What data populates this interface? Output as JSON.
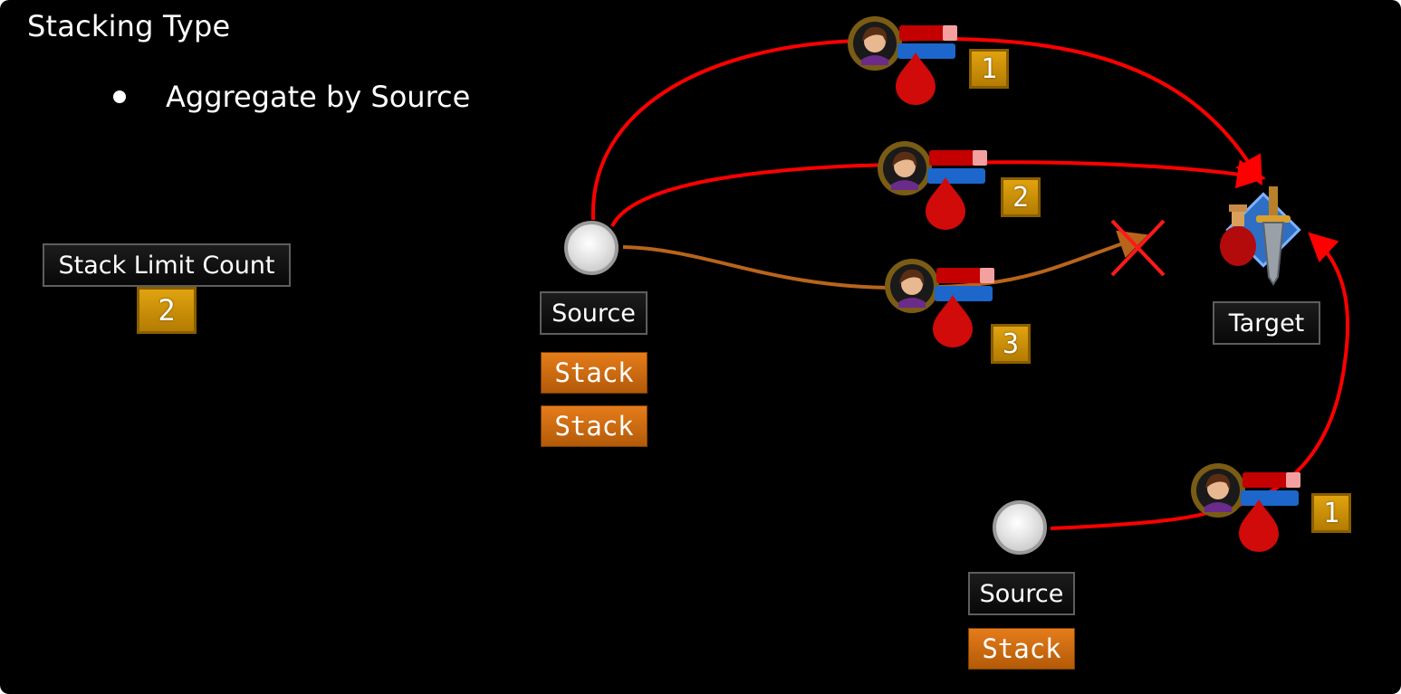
{
  "title": "Stacking Type",
  "bullet": "Aggregate by Source",
  "stack_limit": {
    "label": "Stack Limit Count",
    "value": "2"
  },
  "source_a": {
    "label": "Source",
    "stacks": [
      "Stack",
      "Stack"
    ]
  },
  "source_b": {
    "label": "Source",
    "stacks": [
      "Stack"
    ]
  },
  "target": {
    "label": "Target"
  },
  "buffs": [
    {
      "number": "1"
    },
    {
      "number": "2"
    },
    {
      "number": "3"
    },
    {
      "number": "1"
    }
  ],
  "colors": {
    "applied_link": "#ff0000",
    "rejected_link": "#b8651c",
    "stack_tag": "#d06d12",
    "number_badge": "#c8900a"
  }
}
